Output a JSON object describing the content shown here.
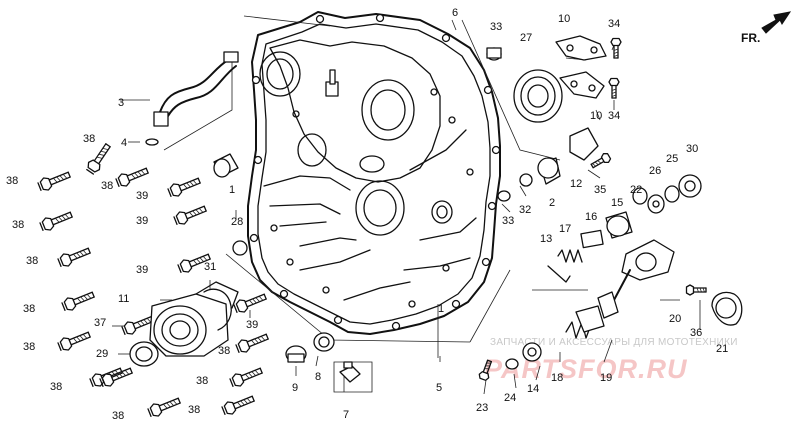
{
  "diagram": {
    "orientation_label": "FR.",
    "watermark_top": "ЗАПЧАСТИ И АКСЕССУАРЫ ДЛЯ МОТОТЕХНИКИ",
    "watermark_main": "PARTSFOR.RU",
    "callouts": [
      "1",
      "1",
      "2",
      "3",
      "4",
      "5",
      "6",
      "7",
      "8",
      "9",
      "10",
      "10",
      "11",
      "12",
      "13",
      "14",
      "15",
      "16",
      "17",
      "18",
      "19",
      "20",
      "21",
      "22",
      "23",
      "24",
      "25",
      "26",
      "27",
      "28",
      "29",
      "30",
      "31",
      "32",
      "33",
      "33",
      "34",
      "34",
      "35",
      "36",
      "37",
      "38",
      "38",
      "38",
      "38",
      "38",
      "38",
      "38",
      "38",
      "38",
      "38",
      "38",
      "38",
      "39",
      "39",
      "39",
      "39"
    ]
  }
}
